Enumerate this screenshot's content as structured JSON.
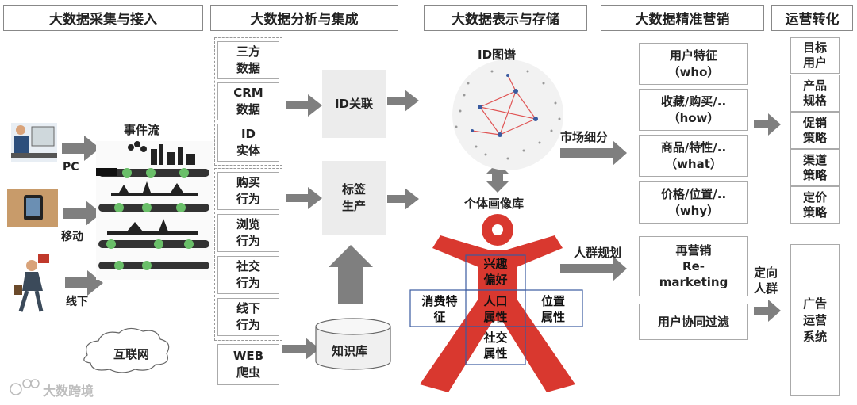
{
  "headers": [
    "大数据采集与接入",
    "大数据分析与集成",
    "大数据表示与存储",
    "大数据精准营销",
    "运营转化"
  ],
  "collection": {
    "sources": [
      "PC",
      "移动",
      "线下"
    ],
    "event_flow": "事件流",
    "internet": "互联网"
  },
  "analysis": {
    "data_items": [
      "三方\n数据",
      "CRM\n数据",
      "ID\n实体"
    ],
    "behavior_items": [
      "购买\n行为",
      "浏览\n行为",
      "社交\n行为",
      "线下\n行为"
    ],
    "web": "WEB\n爬虫",
    "id_link": "ID关联",
    "tag_production": "标签\n生产",
    "knowledge_base": "知识库"
  },
  "storage": {
    "id_graph": "ID图谱",
    "persona_lib": "个体画像库",
    "attributes": {
      "interest": "兴趣\n偏好",
      "consumption": "消费特\n征",
      "population": "人口\n属性",
      "location": "位置\n属性",
      "social": "社交\n属性"
    }
  },
  "marketing": {
    "market_seg": "市场细分",
    "crowd_plan": "人群规划",
    "features": [
      "用户特征\n（who）",
      "收藏/购买/..\n（how）",
      "商品/特性/..\n（what）",
      "价格/位置/..\n（why）"
    ],
    "remarketing": "再营销\nRe-\nmarketing",
    "cf": "用户协同过滤",
    "targeting": "定向\n人群"
  },
  "conversion": {
    "items": [
      "目标\n用户",
      "产品\n规格",
      "促销\n策略",
      "渠道\n策略",
      "定价\n策略"
    ],
    "ad_system": "广告\n运营\n系统"
  },
  "watermark": "大数跨境",
  "colors": {
    "arrow": "#7f7f7f",
    "figure": "#d9382f",
    "graph_edge": "#e05555"
  }
}
